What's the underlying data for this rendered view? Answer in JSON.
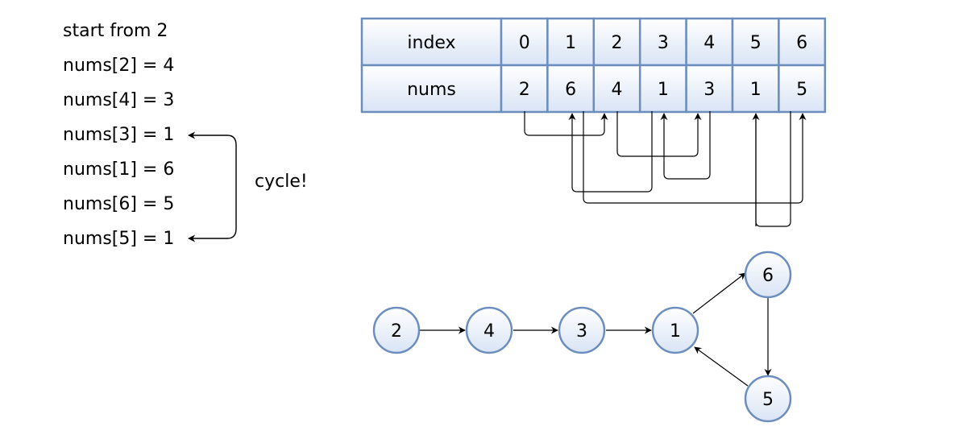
{
  "steps": [
    "start from 2",
    "nums[2] = 4",
    "nums[4] = 3",
    "nums[3] = 1",
    "nums[1] = 6",
    "nums[6] = 5",
    "nums[5] = 1"
  ],
  "cycle_label": "cycle!",
  "table": {
    "index_header": "index",
    "nums_header": "nums",
    "index": [
      "0",
      "1",
      "2",
      "3",
      "4",
      "5",
      "6"
    ],
    "nums": [
      "2",
      "6",
      "4",
      "1",
      "3",
      "1",
      "5"
    ]
  },
  "graph": {
    "nodes": [
      "2",
      "4",
      "3",
      "1",
      "6",
      "5"
    ],
    "edges": [
      [
        "2",
        "4"
      ],
      [
        "4",
        "3"
      ],
      [
        "3",
        "1"
      ],
      [
        "1",
        "6"
      ],
      [
        "6",
        "5"
      ],
      [
        "5",
        "1"
      ]
    ]
  },
  "colors": {
    "cell_fill_top": "#ffffff",
    "cell_fill_bottom": "#d9e4f5",
    "cell_border": "#6c8ebf",
    "line": "#000000"
  }
}
